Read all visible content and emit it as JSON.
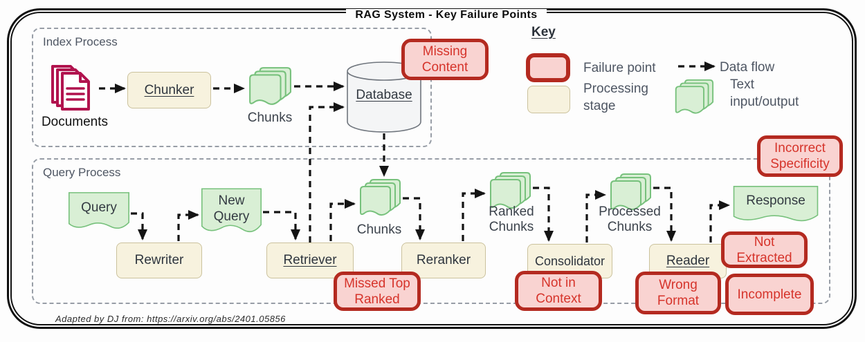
{
  "title": "RAG System - Key Failure Points",
  "attribution": "Adapted by DJ from: https://arxiv.org/abs/2401.05856",
  "sections": {
    "index": "Index Process",
    "query": "Query Process"
  },
  "key": {
    "heading": "Key",
    "failure_point": "Failure point",
    "processing_stage": "Processing stage",
    "data_flow": "Data flow",
    "text_io": "Text input/output"
  },
  "nodes": {
    "documents": "Documents",
    "chunker": "Chunker",
    "chunks_index": "Chunks",
    "database": "Database",
    "query": "Query",
    "rewriter": "Rewriter",
    "new_query": "New Query",
    "retriever": "Retriever",
    "chunks_query": "Chunks",
    "reranker": "Reranker",
    "ranked_chunks": "Ranked Chunks",
    "consolidator": "Consolidator",
    "processed_chunks": "Processed Chunks",
    "reader": "Reader",
    "response": "Response"
  },
  "failures": {
    "missing_content": "Missing Content",
    "incorrect_specificity": "Incorrect Specificity",
    "missed_top_ranked": "Missed Top Ranked",
    "not_in_context": "Not in Context",
    "wrong_format": "Wrong Format",
    "not_extracted": "Not Extracted",
    "incomplete": "Incomplete"
  },
  "colors": {
    "failure_fill": "#f9d3d1",
    "failure_border": "#b42a20",
    "failure_text": "#d6342b",
    "stage_fill": "#f7f2de",
    "stage_border": "#cbc29d",
    "text_fill": "#d9efd5",
    "text_border": "#77c17c",
    "documents_stroke": "#b1134e",
    "arrow": "#141414"
  }
}
